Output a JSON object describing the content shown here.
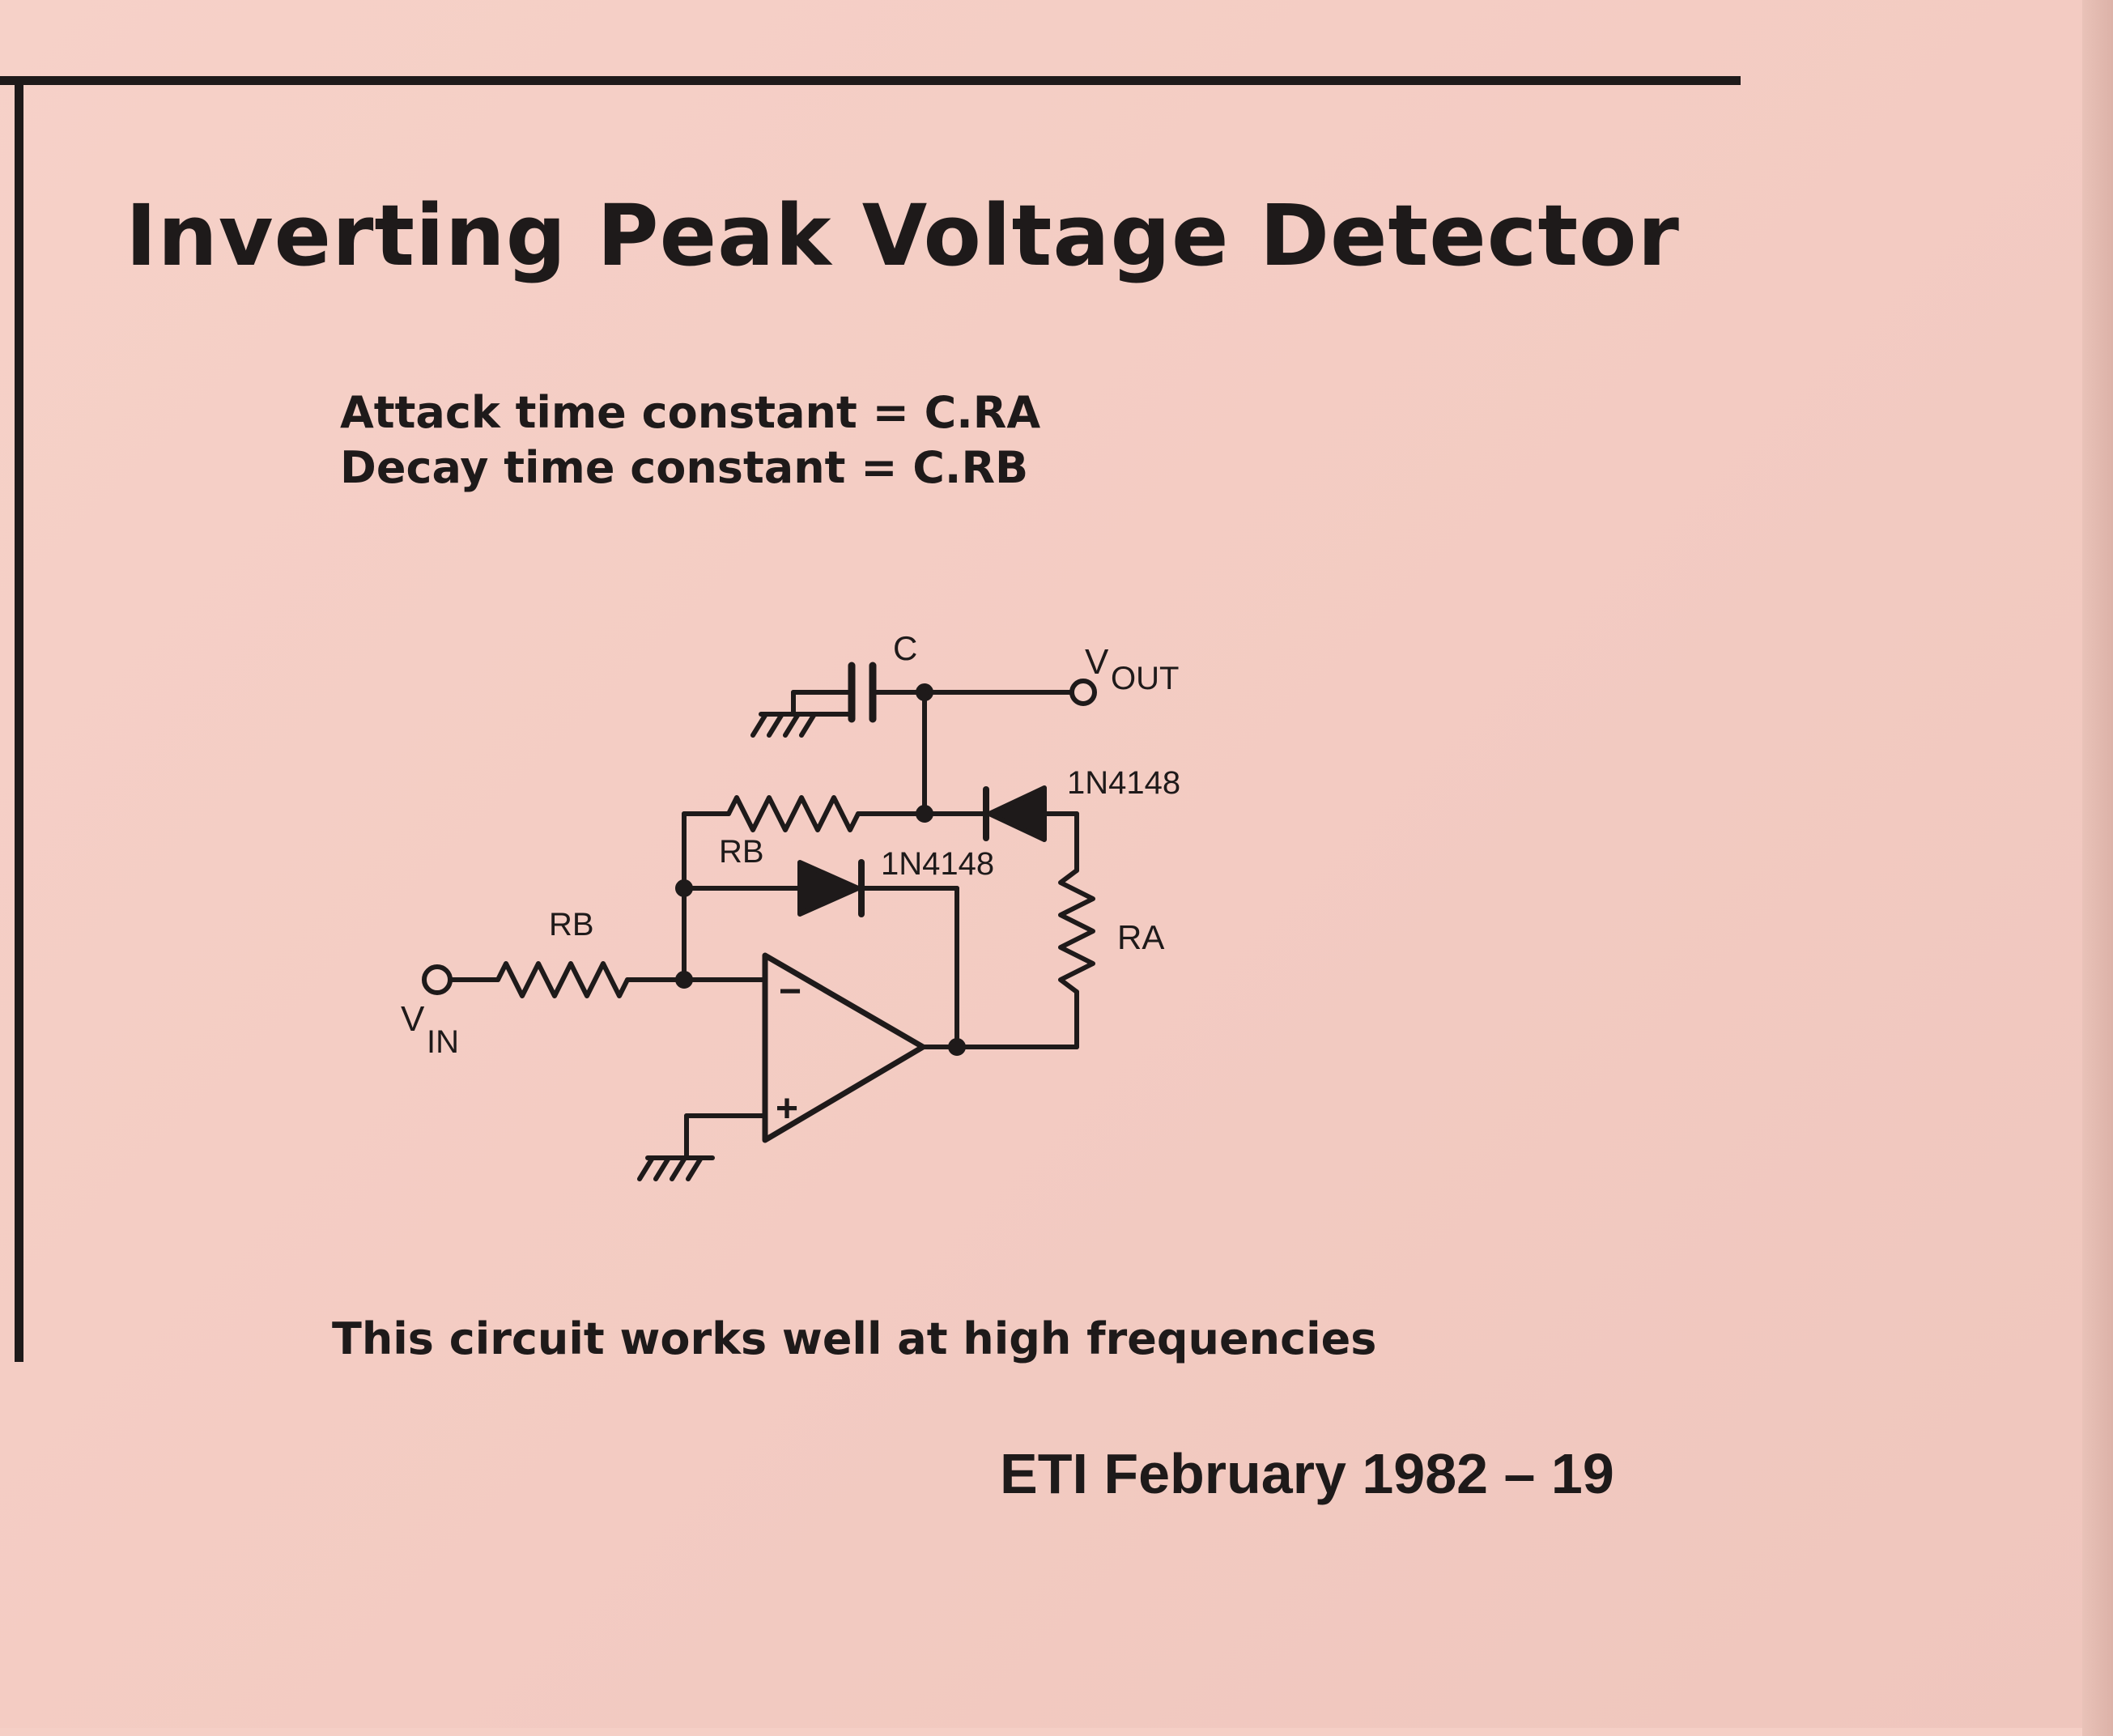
{
  "title": "Inverting Peak Voltage Detector",
  "formulas": {
    "attack": "Attack time constant = C.RA",
    "decay": "Decay time constant = C.RB"
  },
  "labels": {
    "capacitor": "C",
    "vout_main": "V",
    "vout_sub": "OUT",
    "vin_main": "V",
    "vin_sub": "IN",
    "rb_feedback": "RB",
    "rb_input": "RB",
    "ra": "RA",
    "diode_top": "1N4148",
    "diode_mid": "1N4148",
    "opamp_minus": "−",
    "opamp_plus": "+"
  },
  "caption": "This circuit works well at high frequencies",
  "footer": "ETI February 1982  –  19"
}
